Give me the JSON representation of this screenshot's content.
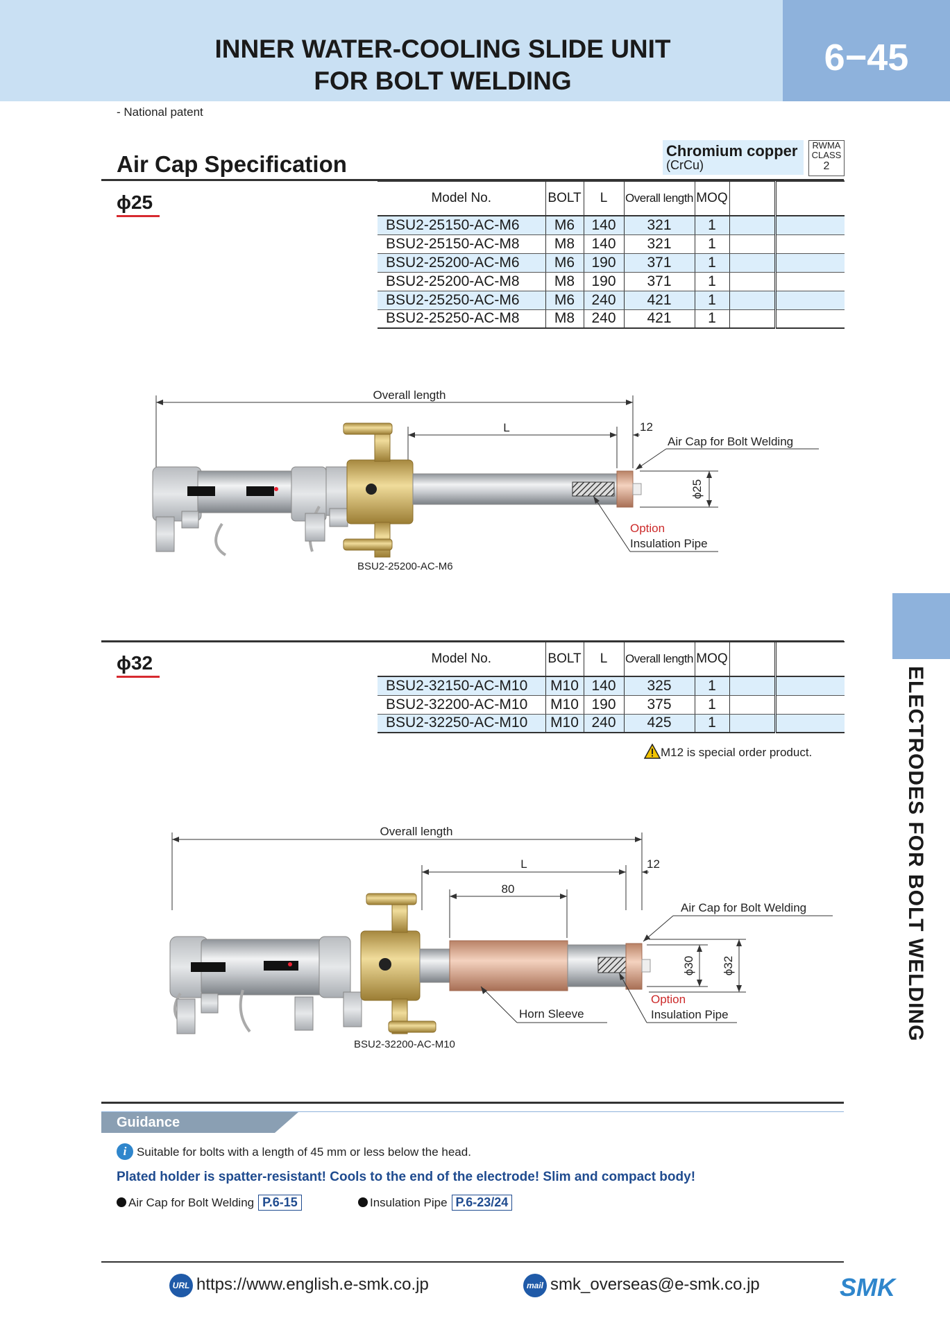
{
  "header": {
    "title_line1": "INNER WATER-COOLING SLIDE UNIT",
    "title_line2": "FOR BOLT WELDING",
    "page_number": "6−45",
    "note": "- National patent"
  },
  "side_label": "ELECTRODES FOR BOLT WELDING",
  "section": {
    "title": "Air Cap Specification",
    "material_name": "Chromium copper",
    "material_code": "(CrCu)",
    "rwma_line1": "RWMA",
    "rwma_line2": "CLASS",
    "rwma_class": "2"
  },
  "columns": {
    "model": "Model No.",
    "bolt": "BOLT",
    "l": "L",
    "overall": "Overall length",
    "moq": "MOQ"
  },
  "table25": {
    "diameter": "ϕ25",
    "rows": [
      {
        "model": "BSU2-25150-AC-M6",
        "bolt": "M6",
        "l": "140",
        "overall": "321",
        "moq": "1"
      },
      {
        "model": "BSU2-25150-AC-M8",
        "bolt": "M8",
        "l": "140",
        "overall": "321",
        "moq": "1"
      },
      {
        "model": "BSU2-25200-AC-M6",
        "bolt": "M6",
        "l": "190",
        "overall": "371",
        "moq": "1"
      },
      {
        "model": "BSU2-25200-AC-M8",
        "bolt": "M8",
        "l": "190",
        "overall": "371",
        "moq": "1"
      },
      {
        "model": "BSU2-25250-AC-M6",
        "bolt": "M6",
        "l": "240",
        "overall": "421",
        "moq": "1"
      },
      {
        "model": "BSU2-25250-AC-M8",
        "bolt": "M8",
        "l": "240",
        "overall": "421",
        "moq": "1"
      }
    ]
  },
  "drawing25": {
    "overall_label": "Overall length",
    "l_label": "L",
    "tip_label": "12",
    "aircap_label": "Air Cap for Bolt Welding",
    "diam_label": "ϕ25",
    "option_label": "Option",
    "insulation_label": "Insulation Pipe",
    "caption": "BSU2-25200-AC-M6"
  },
  "table32": {
    "diameter": "ϕ32",
    "rows": [
      {
        "model": "BSU2-32150-AC-M10",
        "bolt": "M10",
        "l": "140",
        "overall": "325",
        "moq": "1"
      },
      {
        "model": "BSU2-32200-AC-M10",
        "bolt": "M10",
        "l": "190",
        "overall": "375",
        "moq": "1"
      },
      {
        "model": "BSU2-32250-AC-M10",
        "bolt": "M10",
        "l": "240",
        "overall": "425",
        "moq": "1"
      }
    ],
    "note": "M12 is special order product."
  },
  "drawing32": {
    "overall_label": "Overall length",
    "l_label": "L",
    "tip_label": "12",
    "sleeve_dim": "80",
    "aircap_label": "Air Cap for Bolt Welding",
    "diam_inner": "ϕ30",
    "diam_outer": "ϕ32",
    "horn_label": "Horn Sleeve",
    "option_label": "Option",
    "insulation_label": "Insulation Pipe",
    "caption": "BSU2-32200-AC-M10"
  },
  "guidance": {
    "label": "Guidance",
    "info": "Suitable for bolts with a length of 45 mm or less below the head.",
    "highlight": "Plated holder is spatter-resistant! Cools to the end of the electrode! Slim and compact body!",
    "ref1_label": "Air Cap for Bolt Welding",
    "ref1_page": "P.6-15",
    "ref2_label": "Insulation Pipe",
    "ref2_page": "P.6-23/24"
  },
  "footer": {
    "url_icon": "URL",
    "url": "https://www.english.e-smk.co.jp",
    "mail_icon": "mail",
    "email": "smk_overseas@e-smk.co.jp",
    "logo": "SMK"
  },
  "colors": {
    "header_bg": "#c9e0f3",
    "accent_blue": "#8eb2dc",
    "row_shade": "#dceefb",
    "highlight_text": "#1f4b8f",
    "diameter_underline": "#d72a30",
    "option_red": "#cc2a2a"
  }
}
